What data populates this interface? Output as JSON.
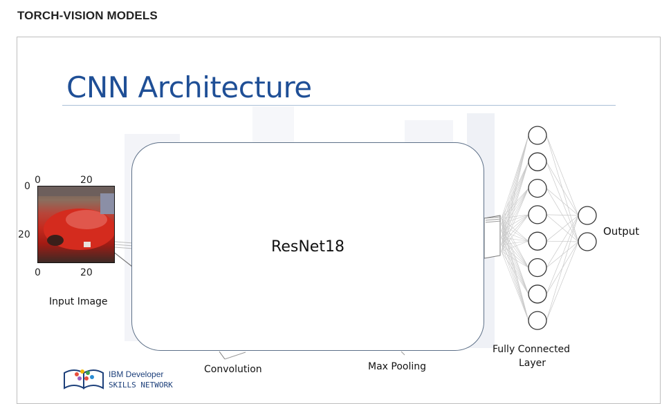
{
  "page": {
    "header": "TORCH-VISION MODELS"
  },
  "slide": {
    "title": "CNN Architecture",
    "model_label": "ResNet18",
    "input_label": "Input Image",
    "convolution_label": "Convolution",
    "max_pooling_label": "Max Pooling",
    "fc_label_line1": "Fully Connected",
    "fc_label_line2": "Layer",
    "output_label": "Output",
    "input_axis": {
      "x_top_ticks": [
        "0",
        "20"
      ],
      "x_bottom_ticks": [
        "0",
        "20"
      ],
      "y_ticks": [
        "0",
        "20"
      ]
    },
    "hidden_neurons": 8,
    "output_neurons": 2,
    "logo": {
      "line1": "IBM Developer",
      "line2": "SKILLS NETWORK",
      "icon": "ibm-skills-network-book-icon"
    }
  }
}
